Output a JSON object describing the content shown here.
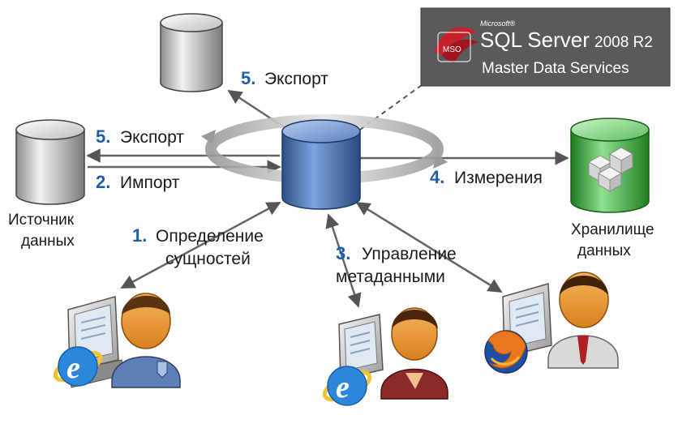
{
  "banner": {
    "microsoft": "Microsoft®",
    "product": "SQL Server",
    "version": "2008 R2",
    "subtitle": "Master Data Services"
  },
  "nodes": {
    "source": "Источник данных",
    "source_line1": "Источник",
    "source_line2": "данных",
    "warehouse_line1": "Хранилище",
    "warehouse_line2": "данных"
  },
  "steps": [
    {
      "num": "5.",
      "label": "Экспорт"
    },
    {
      "num": "5.",
      "label": "Экспорт"
    },
    {
      "num": "2.",
      "label": "Импорт"
    },
    {
      "num": "4.",
      "label": "Измерения"
    },
    {
      "num": "1.",
      "label_line1": "Определение",
      "label_line2": "сущностей"
    },
    {
      "num": "3.",
      "label_line1": "Управление",
      "label_line2": "метаданными"
    }
  ],
  "colors": {
    "step_number": "#1f5fa8",
    "hub_db": "#4f79b8",
    "export_db": "#c9c9c9",
    "warehouse_db": "#3aa23a",
    "banner_bg": "#5a5a5a"
  },
  "icons": {
    "ie": "internet-explorer-icon",
    "firefox": "firefox-icon",
    "user": "user-icon",
    "monitor": "monitor-icon"
  }
}
